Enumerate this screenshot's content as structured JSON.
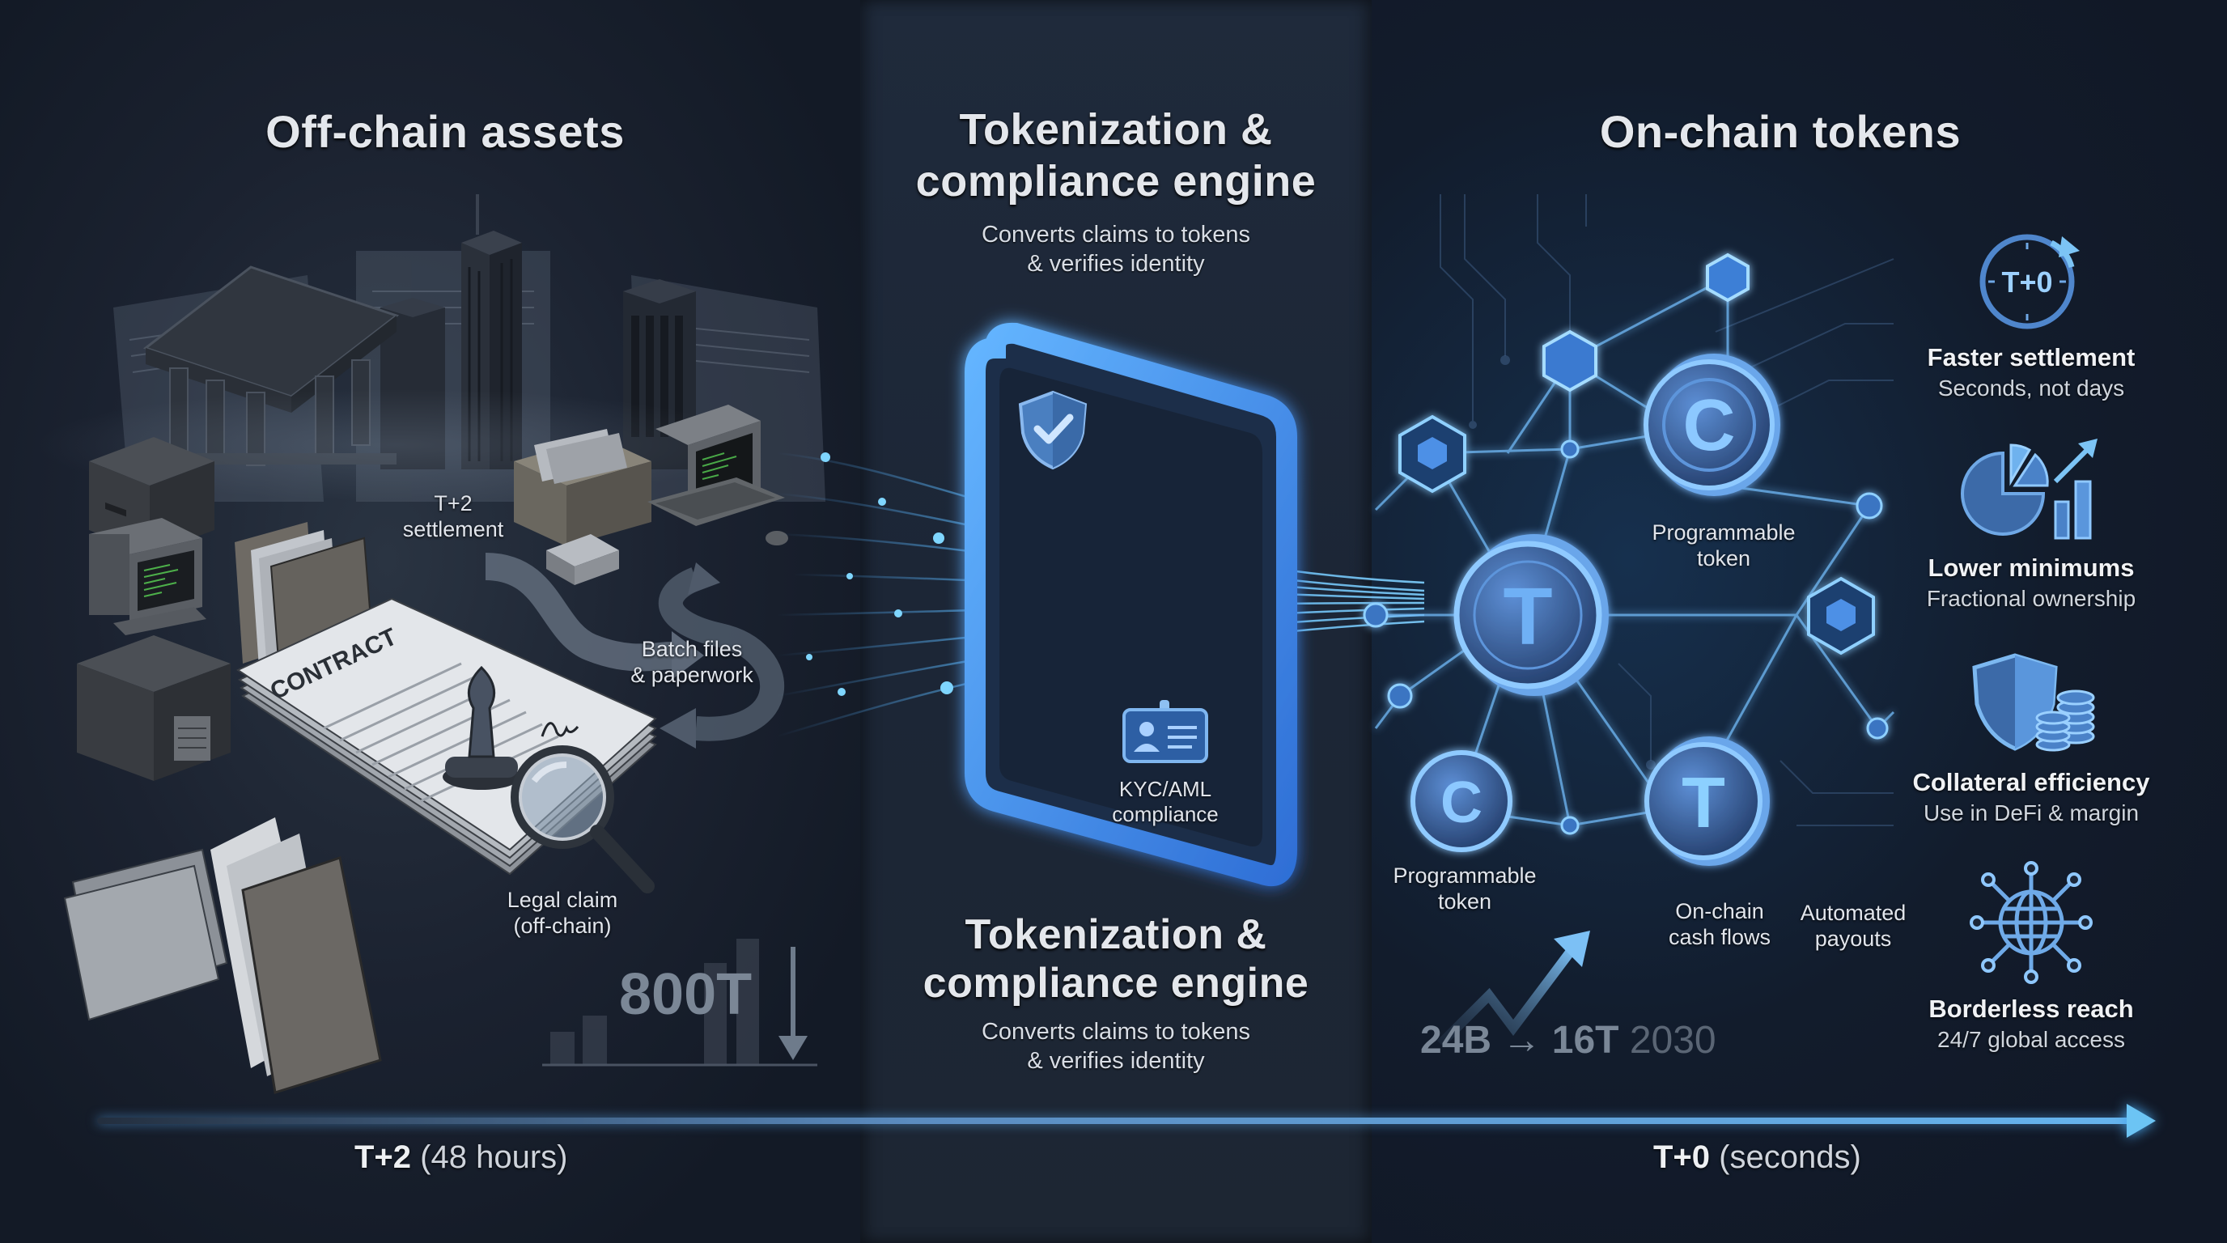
{
  "colors": {
    "background": "#131a26",
    "middle_panel": "#1e2838",
    "accent_blue": "#4ea3f0",
    "glow_blue": "#6cc4f4",
    "text_primary": "#e4e7ec",
    "text_secondary": "#cfd4dc",
    "muted_stat": "#7b8796"
  },
  "left_panel": {
    "title": "Off-chain assets",
    "labels": {
      "settlement": [
        "T+2",
        "settlement"
      ],
      "batch": [
        "Batch files",
        "& paperwork"
      ],
      "legal": [
        "Legal claim",
        "(off-chain)"
      ],
      "contract_doc": "CONTRACT"
    },
    "stat": "800T",
    "icons": [
      "bank-building-icon",
      "skyscraper-icon",
      "computer-terminal-icon",
      "file-folder-icon",
      "archive-box-icon",
      "contract-document-icon",
      "rubber-stamp-icon",
      "magnifying-glass-icon",
      "curved-arrow-icon",
      "bar-chart-down-icon"
    ]
  },
  "middle_panel": {
    "title_top": [
      "Tokenization &",
      "compliance engine"
    ],
    "subtitle_top": [
      "Converts claims to tokens",
      "& verifies identity"
    ],
    "device_labels": {
      "kyc": [
        "KYC/AML",
        "compliance"
      ]
    },
    "title_bottom": [
      "Tokenization &",
      "compliance engine"
    ],
    "subtitle_bottom": [
      "Converts claims to tokens",
      "& verifies identity"
    ],
    "icons": [
      "shield-check-icon",
      "id-badge-icon",
      "data-stream-icon"
    ]
  },
  "right_panel": {
    "title": "On-chain tokens",
    "network_labels": {
      "programmable_top": [
        "Programmable",
        "token"
      ],
      "programmable_bottom": [
        "Programmable",
        "token"
      ],
      "cash_flows": [
        "On-chain",
        "cash flows"
      ],
      "payouts": [
        "Automated",
        "payouts"
      ]
    },
    "stat": {
      "from": "24B",
      "arrow": "→",
      "to": "16T",
      "year": "2030"
    },
    "benefits": [
      {
        "title": "Faster settlement",
        "subtitle": "Seconds, not days",
        "icon": "t-plus-zero-clock-icon",
        "icon_text": "T+0"
      },
      {
        "title": "Lower minimums",
        "subtitle": "Fractional ownership",
        "icon": "pie-chart-growth-icon"
      },
      {
        "title": "Collateral efficiency",
        "subtitle": "Use in DeFi & margin",
        "icon": "shield-coins-icon"
      },
      {
        "title": "Borderless reach",
        "subtitle": "24/7 global access",
        "icon": "network-globe-icon"
      }
    ],
    "coin_glyphs": [
      "T",
      "C"
    ]
  },
  "timeline": {
    "left": {
      "bold": "T+2",
      "rest": "(48 hours)"
    },
    "right": {
      "bold": "T+0",
      "rest": "(seconds)"
    }
  }
}
